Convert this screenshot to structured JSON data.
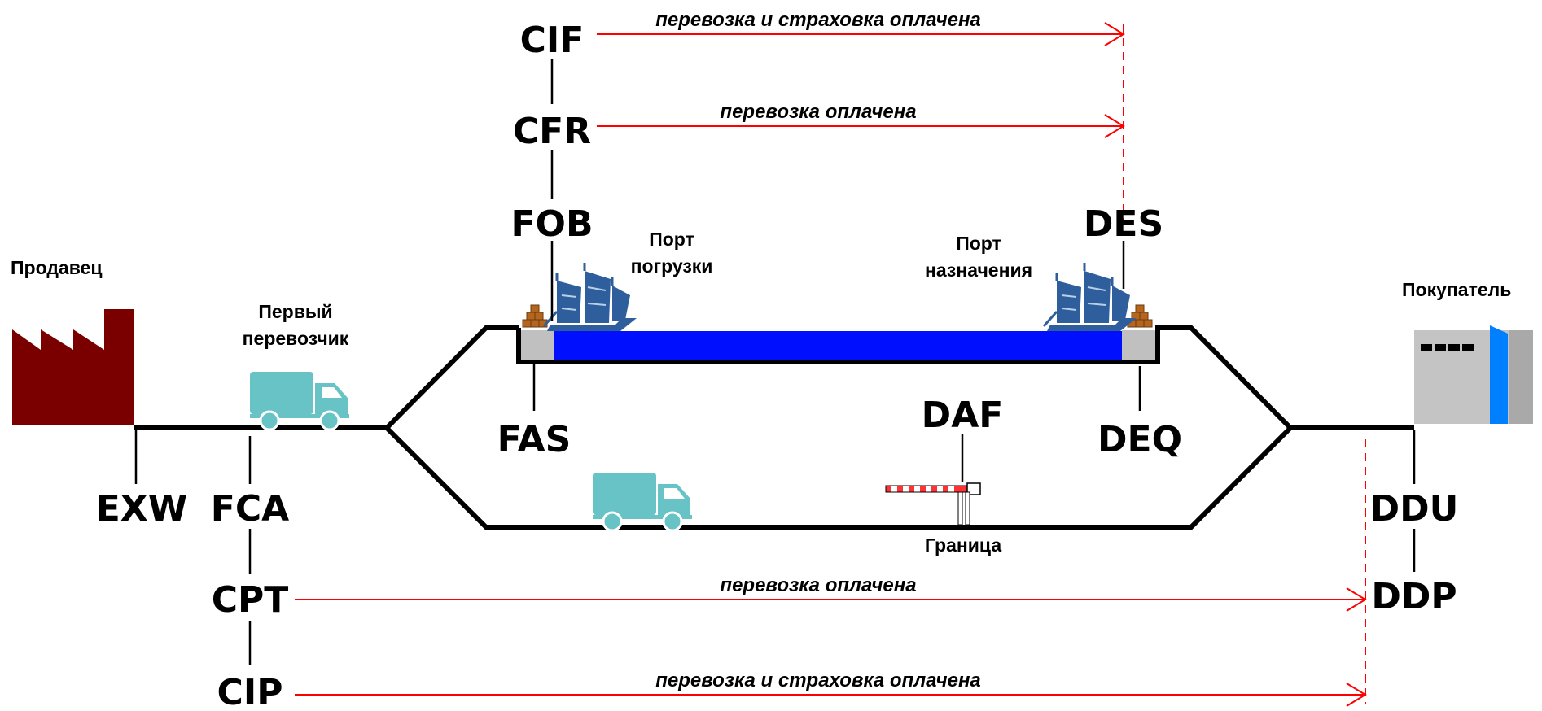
{
  "colors": {
    "factory": "#7a0000",
    "truck": "#67c3c6",
    "water": "#0010ff",
    "dock": "#c0c0c0",
    "arrow": "#ff0000",
    "ship": "#2e5f9c",
    "building": "#c4c4c4",
    "building_blue": "#0080ff",
    "crates": "#b5651d"
  },
  "icons": [
    "factory-icon",
    "truck-icon",
    "ship-icon",
    "crates-icon",
    "barrier-icon",
    "building-icon"
  ],
  "terms": {
    "exw": "EXW",
    "fca": "FCA",
    "cpt": "CPT",
    "cip": "CIP",
    "fas": "FAS",
    "fob": "FOB",
    "cfr": "CFR",
    "cif": "CIF",
    "des": "DES",
    "deq": "DEQ",
    "daf": "DAF",
    "ddu": "DDU",
    "ddp": "DDP"
  },
  "labels": {
    "seller": "Продавец",
    "first_carrier_1": "Первый",
    "first_carrier_2": "перевозчик",
    "loading_port_1": "Порт",
    "loading_port_2": "погрузки",
    "dest_port_1": "Порт",
    "dest_port_2": "назначения",
    "buyer": "Покупатель",
    "border": "Граница"
  },
  "arrows": {
    "cif_text": "перевозка и страховка оплачена",
    "cfr_text": "перевозка оплачена",
    "cpt_text": "перевозка оплачена",
    "cip_text": "перевозка и страховка оплачена"
  }
}
